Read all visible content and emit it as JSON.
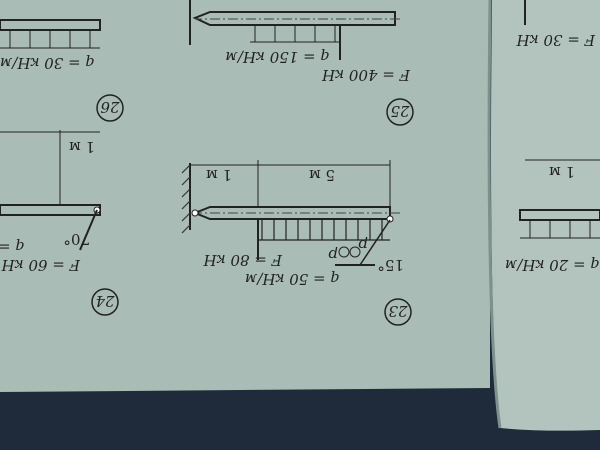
{
  "problems": {
    "p23": {
      "number": "23",
      "q": "q = 50 кН/м",
      "F": "F = 80 кН",
      "angle": "15°",
      "dim_left": "1 м",
      "dim_right": "5 м",
      "p1": "p",
      "p2": "p"
    },
    "p24": {
      "number": "24",
      "F": "F = 60 кН",
      "angle": "70°",
      "q": "q ="
    },
    "p25": {
      "number": "25",
      "F": "F = 400 кН",
      "q": "q = 150 кН/м"
    },
    "p26": {
      "number": "26",
      "q": "q = 30 кН/м"
    },
    "right_page": {
      "q": "q = 20 кН/м",
      "F": "F = 30 кН",
      "dim": "1 м"
    }
  },
  "colors": {
    "page": "#aebfb9",
    "dark": "#1f2a3a",
    "ink": "#222222"
  }
}
